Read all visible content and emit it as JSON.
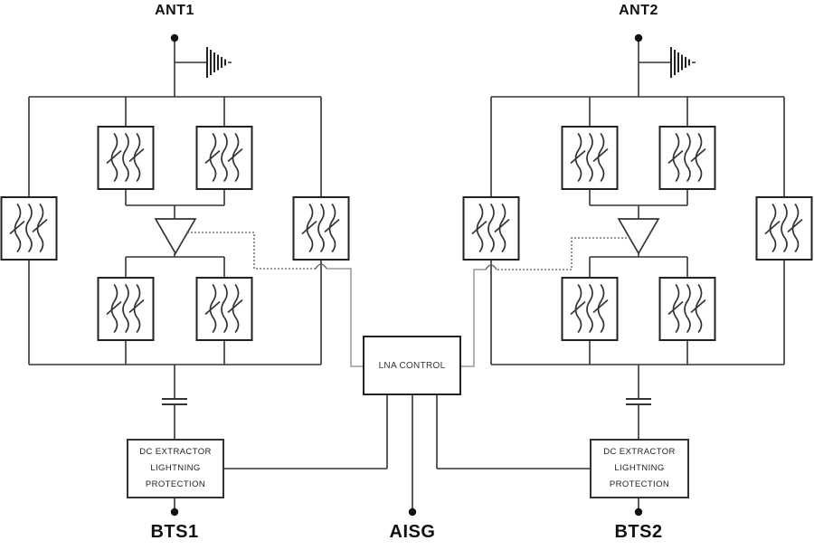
{
  "ports": {
    "ant1": "ANT1",
    "ant2": "ANT2",
    "bts1": "BTS1",
    "aisg": "AISG",
    "bts2": "BTS2"
  },
  "blocks": {
    "lna_control": {
      "label": "LNA CONTROL"
    },
    "dc_extractor": {
      "lines": [
        "DC EXTRACTOR",
        "LIGHTNING",
        "PROTECTION"
      ]
    }
  },
  "colors": {
    "background": "#ffffff",
    "wire": "#333333",
    "box_border": "#222222",
    "control_wire": "#999999",
    "dotted_control_wire": "#555555",
    "label_text": "#111111"
  },
  "icons": {
    "filter": "bandpass-filter-icon",
    "amplifier": "lna-amplifier-icon",
    "arrester": "surge-arrester-ground-icon",
    "capacitor": "dc-block-capacitor-icon",
    "port_dot": "port-terminal-dot"
  }
}
